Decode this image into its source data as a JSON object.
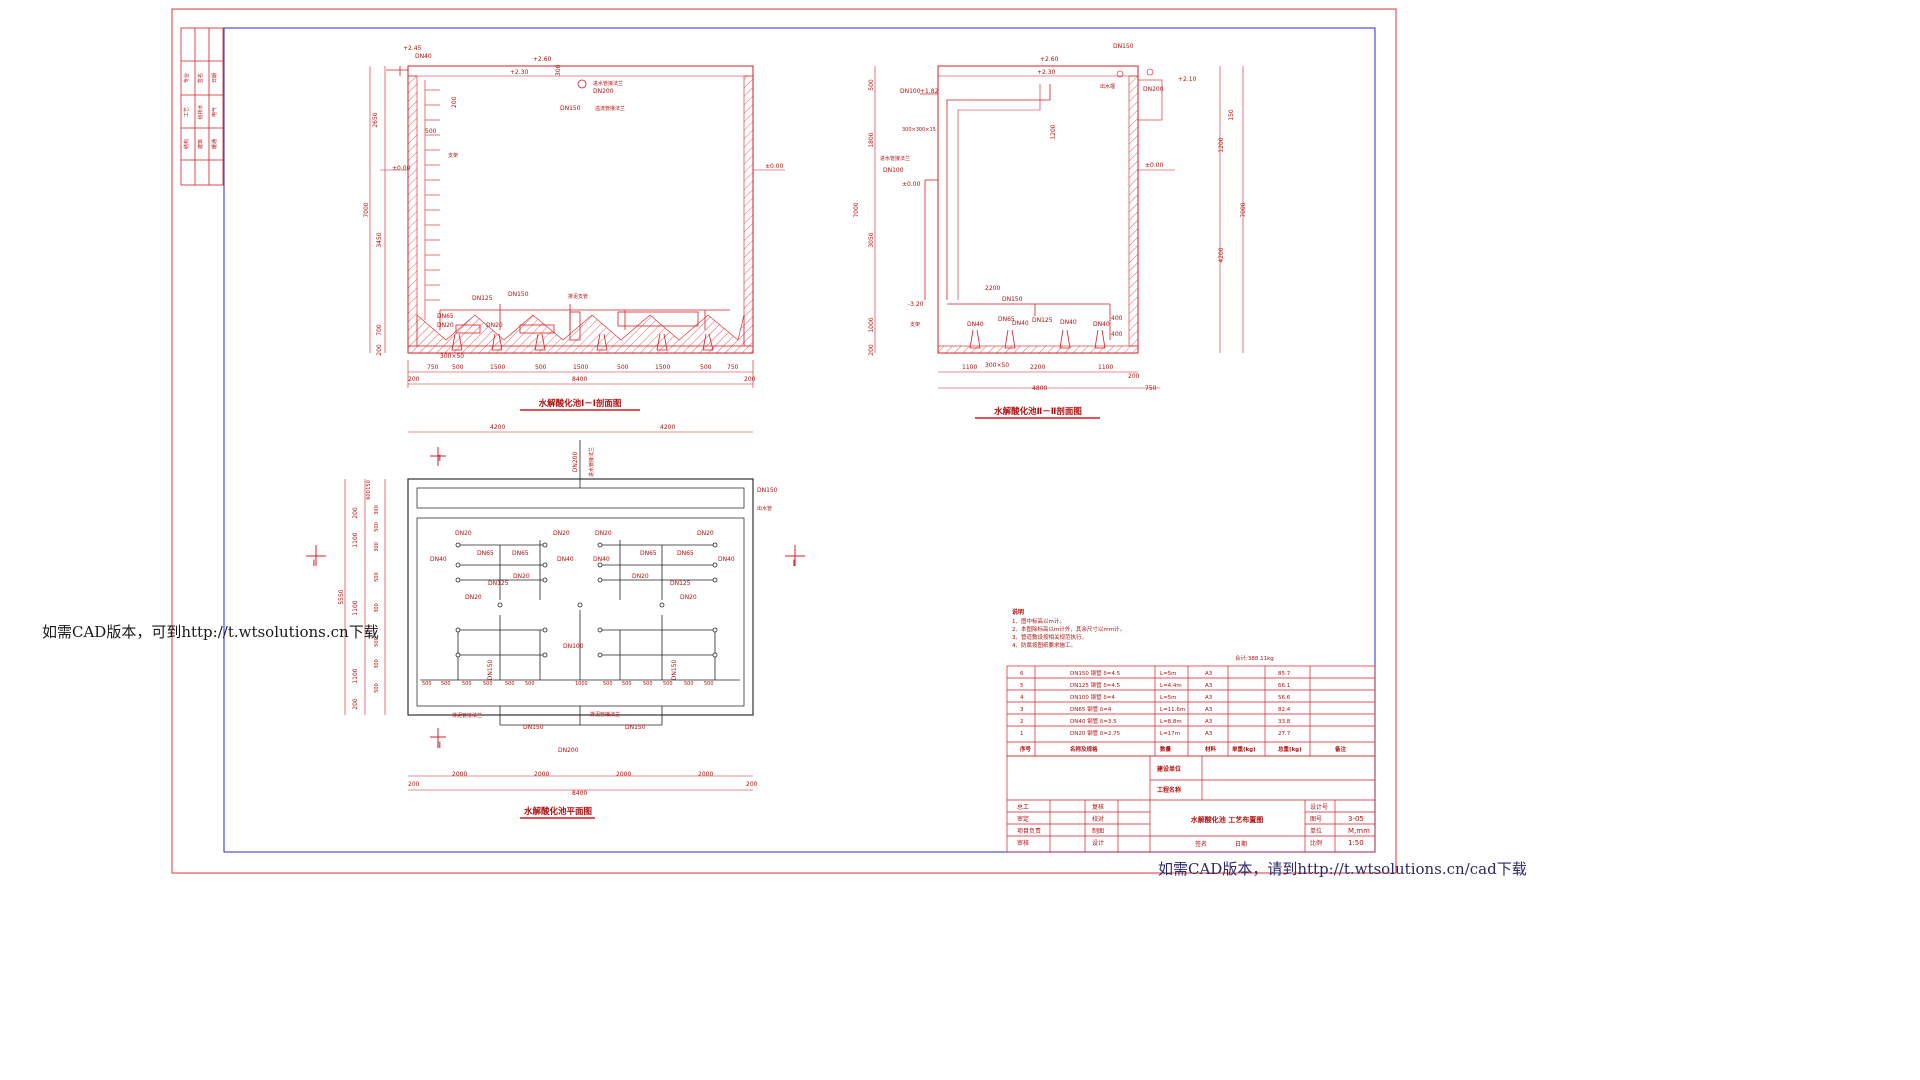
{
  "watermark": {
    "left": "如需CAD版本，可到http://t.wtsolutions.cn下载",
    "right": "如需CAD版本，请到http://t.wtsolutions.cn/cad下载"
  },
  "colors": {
    "frame_outer": "#e0303a",
    "frame_inner": "#2a2ae0",
    "line": "#d81c24",
    "text": "#b01010",
    "title_text": "#c00000",
    "hatch": "#d81c24"
  },
  "section1": {
    "title": "水解酸化池Ⅰ－Ⅰ剖面图",
    "elev_top": "+2.45",
    "elev_top2": "+2.60",
    "elev_water": "+2.30",
    "elev_ground_l": "±0.00",
    "elev_ground_r": "±0.00",
    "dn_top": "DN40",
    "dn_inlet": "DN200",
    "dn_pipe": "DN150",
    "label_inlet": "进水管接法兰",
    "label_overflow": "溢流管接法兰",
    "label_support": "支架",
    "label_mud": "排泥支管",
    "dims_left": [
      "2650",
      "7000",
      "3450",
      "700",
      "200"
    ],
    "dim_small": [
      "500",
      "200",
      "300"
    ],
    "pipes": [
      "DN125",
      "DN150",
      "DN65",
      "DN20",
      "DN20",
      "300×50"
    ],
    "dims_bottom": [
      "750",
      "500",
      "1500",
      "500",
      "1500",
      "500",
      "1500",
      "500",
      "750"
    ],
    "dims_bottom2": [
      "200",
      "8400",
      "200"
    ]
  },
  "section2": {
    "title": "水解酸化池Ⅱ－Ⅱ剖面图",
    "elev_top": "+2.60",
    "elev_water": "+2.30",
    "elev_out": "+2.10",
    "elev_in": "+1.82",
    "elev_ground": "±0.00",
    "elev_ground2": "±0.00",
    "elev_bottom": "-3.20",
    "dn_top": "DN150",
    "dn_side": "DN100",
    "dn_out": "DN200",
    "dn_pipe": "DN150",
    "label_weir": "出水堰",
    "label_inlet": "进水管接法兰",
    "label_support": "支架",
    "label_pipe_note": "300×300×15",
    "label_dn100": "DN100",
    "dims_left": [
      "500",
      "1800",
      "3050",
      "1000",
      "200",
      "7000"
    ],
    "dims_right": [
      "150",
      "1200",
      "4200",
      "7000"
    ],
    "dim_inner": [
      "1200",
      "2200"
    ],
    "pipes": [
      "DN40",
      "DN65",
      "DN40",
      "DN125",
      "DN40",
      "DN40",
      "400",
      "400",
      "300×50"
    ],
    "dims_bottom": [
      "1100",
      "2200",
      "1100",
      "200"
    ],
    "dims_bottom2": [
      "4800",
      "750"
    ]
  },
  "plan": {
    "title": "水解酸化池平面图",
    "dims_top": [
      "4200",
      "4200"
    ],
    "dn_top": "DN200",
    "label_top": "进水管接法兰",
    "dims_left": [
      "200",
      "1100",
      "5550",
      "1100",
      "1100",
      "200"
    ],
    "dims_left_inner": [
      "150",
      "600",
      "300",
      "500",
      "300",
      "500",
      "300",
      "500",
      "300",
      "500"
    ],
    "dn_right": "DN150",
    "label_right": "出水管",
    "pipes_upper": [
      "DN20",
      "DN20",
      "DN20",
      "DN20",
      "DN40",
      "DN65",
      "DN65",
      "DN40",
      "DN40",
      "DN65",
      "DN65",
      "DN40",
      "DN125",
      "DN20",
      "DN20",
      "DN125",
      "DN20",
      "DN20"
    ],
    "pipes_mid": [
      "DN100",
      "DN150",
      "DN150"
    ],
    "dims_lower_pipes": [
      "500",
      "500",
      "500",
      "500",
      "500",
      "500",
      "1000",
      "500",
      "500",
      "500",
      "500",
      "500",
      "500"
    ],
    "dn_bottom": [
      "DN150",
      "DN150",
      "DN200"
    ],
    "label_bottom": [
      "排泥管接法兰",
      "排泥管接法兰"
    ],
    "dims_bottom": [
      "2000",
      "2000",
      "2000",
      "2000"
    ],
    "dims_bottom2": [
      "200",
      "8400",
      "200"
    ],
    "section_marks": [
      "Ⅱ",
      "Ⅱ",
      "Ⅰ",
      "Ⅰ"
    ]
  },
  "notes": {
    "heading": "说明",
    "lines": [
      "1、图中标高以m计。",
      "2、本图除标高以m计外，其余尺寸以mm计。",
      "3、管道敷设按相关规范执行。",
      "4、防腐按图纸要求施工。"
    ],
    "total": "合计:388.11kg"
  },
  "bom": {
    "rows": [
      [
        "6",
        "DN150 钢管 δ=4.5",
        "L=5m",
        "A3",
        "",
        "85.7",
        ""
      ],
      [
        "5",
        "DN125 钢管 δ=4.5",
        "L=4.4m",
        "A3",
        "",
        "66.1",
        ""
      ],
      [
        "4",
        "DN100 钢管 δ=4",
        "L=5m",
        "A3",
        "",
        "56.6",
        ""
      ],
      [
        "3",
        "DN65 钢管 δ=4",
        "L=11.6m",
        "A3",
        "",
        "82.4",
        ""
      ],
      [
        "2",
        "DN40 钢管 δ=3.5",
        "L=8.8m",
        "A3",
        "",
        "33.8",
        ""
      ],
      [
        "1",
        "DN20 钢管 δ=2.75",
        "L=17m",
        "A3",
        "",
        "27.7",
        ""
      ]
    ],
    "header": [
      "序号",
      "名称及规格",
      "数量",
      "材料",
      "单重(kg)",
      "总重(kg)",
      "备注"
    ]
  },
  "titleblock": {
    "client_label": "建设单位",
    "project_label": "工程名称",
    "drawing_title": "水解酸化池  工艺布置图",
    "left_labels": [
      "总工",
      "审定",
      "项目负责",
      "审核"
    ],
    "mid_labels": [
      "复核",
      "校对",
      "制图",
      "设计"
    ],
    "right_labels": [
      "设计号",
      "图号",
      "单位",
      "比例"
    ],
    "right_values": [
      "",
      "3-05",
      "M,mm",
      "1:50"
    ],
    "bottom_labels": [
      "签名",
      "日期"
    ]
  },
  "sidebar": {
    "labels": [
      "专业",
      "签名",
      "日期",
      "工艺",
      "给排水",
      "电气",
      "结构",
      "建筑",
      "暖通"
    ]
  }
}
